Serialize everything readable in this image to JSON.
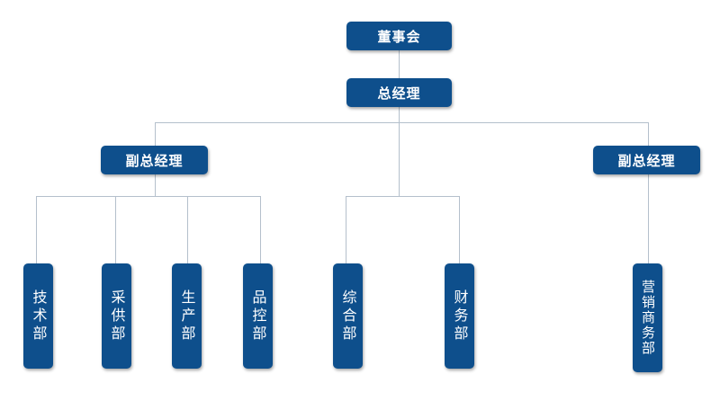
{
  "board": "董事会",
  "general_manager": "总经理",
  "deputy_left": "副总经理",
  "deputy_right": "副总经理",
  "departments": {
    "tech": "技术部",
    "procurement": "采供部",
    "production": "生产部",
    "quality": "品控部",
    "general_affairs": "综合部",
    "finance": "财务部",
    "marketing": "营销商务部"
  }
}
